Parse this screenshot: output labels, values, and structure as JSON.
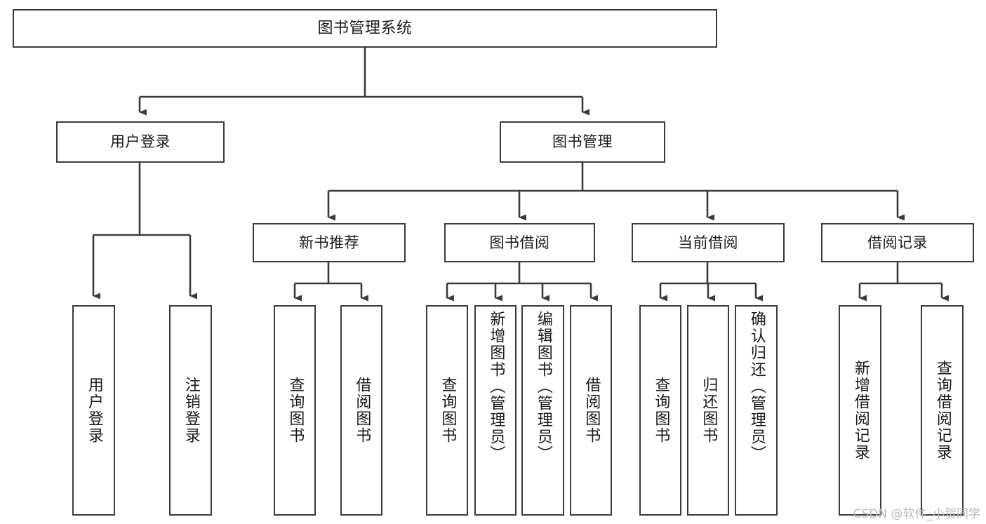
{
  "diagram": {
    "type": "tree",
    "title": "图书管理系统",
    "orientation": "top-down",
    "colors": {
      "box_border": "#3b3b3b",
      "box_fill": "#ffffff",
      "connector": "#3b3b3b",
      "text": "#1a1a1a",
      "watermark": "#b9b9b9",
      "canvas": "#ffffff"
    },
    "root": {
      "label": "图书管理系统"
    },
    "level2": [
      {
        "label": "用户登录"
      },
      {
        "label": "图书管理"
      }
    ],
    "level3": [
      {
        "label": "新书推荐"
      },
      {
        "label": "图书借阅"
      },
      {
        "label": "当前借阅"
      },
      {
        "label": "借阅记录"
      }
    ],
    "leaves": {
      "user_login": [
        {
          "label": "用户登录"
        },
        {
          "label": "注销登录"
        }
      ],
      "new_book_recommend": [
        {
          "label": "查询图书"
        },
        {
          "label": "借阅图书"
        }
      ],
      "book_borrow": [
        {
          "label": "查询图书"
        },
        {
          "label": "新增图书（管理员）"
        },
        {
          "label": "编辑图书（管理员）"
        },
        {
          "label": "借阅图书"
        }
      ],
      "current_borrow": [
        {
          "label": "查询图书"
        },
        {
          "label": "归还图书"
        },
        {
          "label": "确认归还（管理员）"
        }
      ],
      "borrow_records": [
        {
          "label": "新增借阅记录"
        },
        {
          "label": "查询借阅记录"
        }
      ]
    }
  },
  "watermark": {
    "text": "CSDN @软件_小贺同学"
  }
}
